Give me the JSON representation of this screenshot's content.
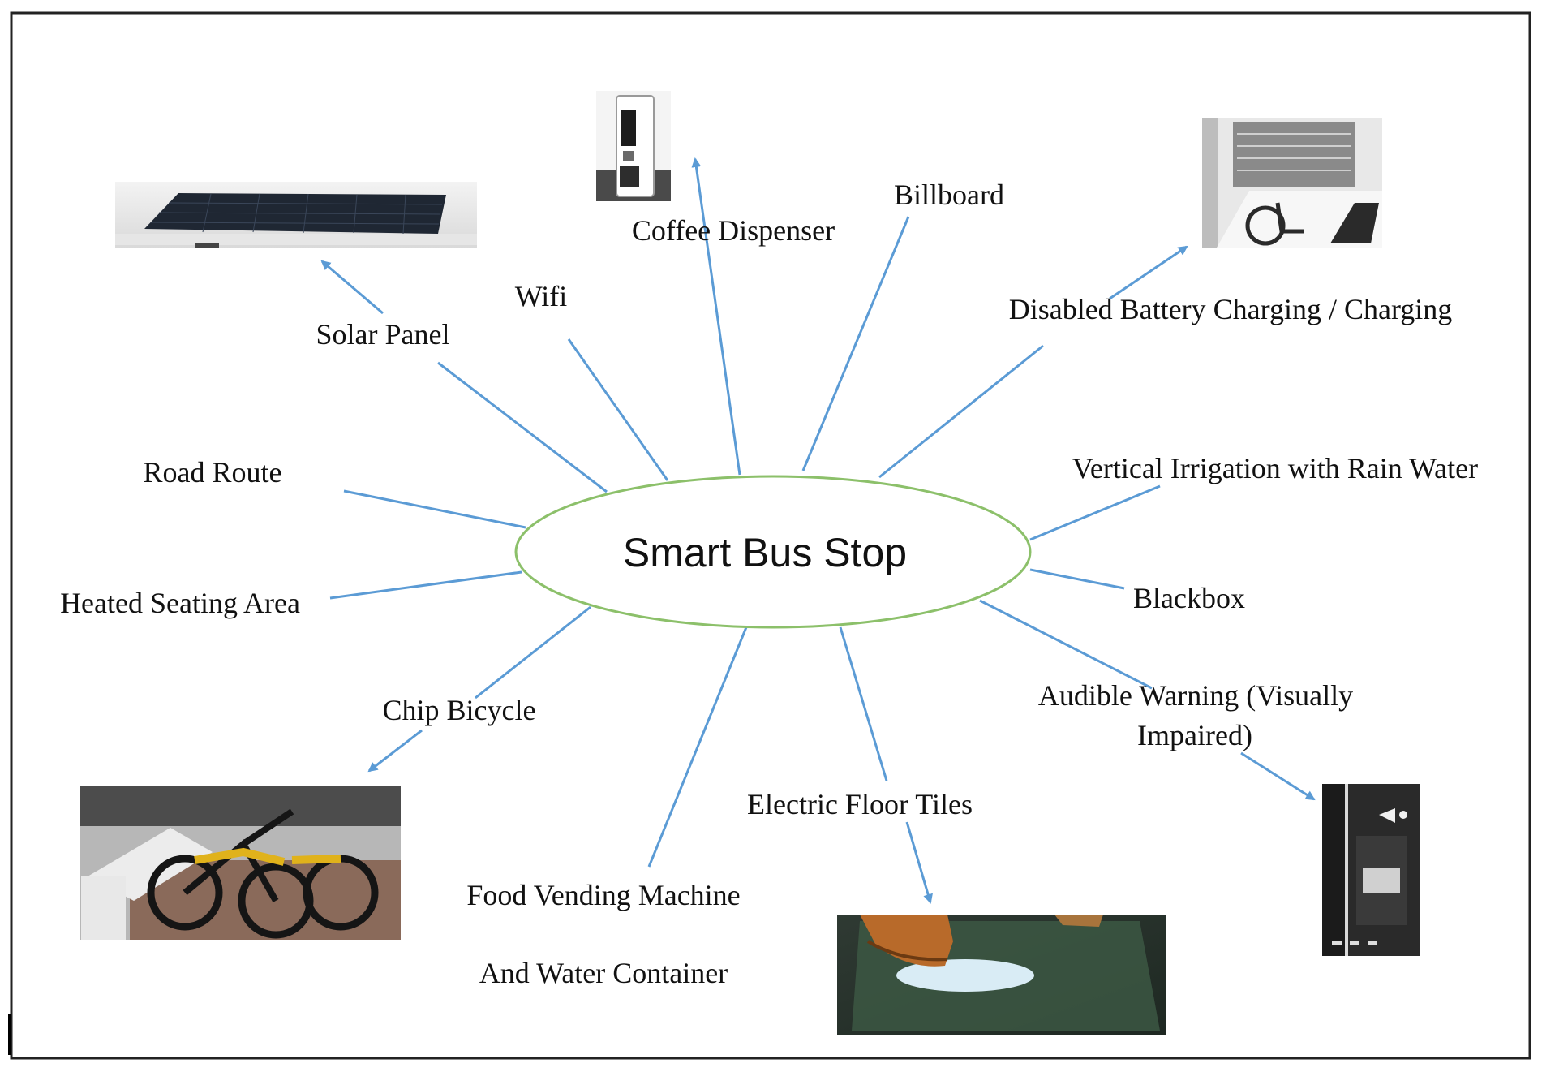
{
  "center": {
    "label": "Smart Bus Stop"
  },
  "nodes": {
    "solar_panel": "Solar Panel",
    "wifi": "Wifi",
    "coffee_dispenser": "Coffee Dispenser",
    "billboard": "Billboard",
    "disabled_charging": "Disabled Battery Charging / Charging",
    "road_route": "Road Route",
    "vertical_irrigation": "Vertical Irrigation with Rain Water",
    "heated_seating": "Heated Seating Area",
    "blackbox": "Blackbox",
    "chip_bicycle": "Chip Bicycle",
    "audible_warning_line1": "Audible Warning (Visually",
    "audible_warning_line2": "Impaired)",
    "electric_floor_tiles": "Electric Floor Tiles",
    "food_vending_line1": "Food Vending Machine",
    "food_vending_line2": "And Water Container"
  },
  "colors": {
    "connector": "#5b9bd5",
    "ellipse_stroke": "#8cc06a",
    "frame": "#222222"
  }
}
